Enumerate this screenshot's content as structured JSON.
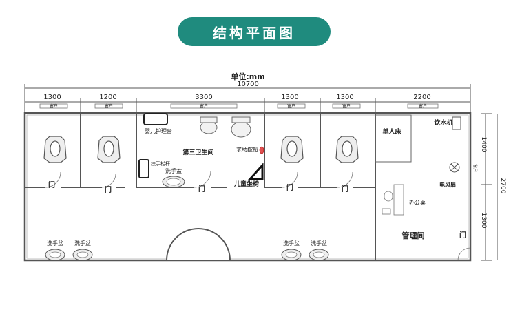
{
  "title": "结构平面图",
  "unit": "单位:mm",
  "total_width": "10700",
  "segments": [
    "1300",
    "1200",
    "3300",
    "1300",
    "1300",
    "2200"
  ],
  "window_label": "窗户",
  "right_dims": {
    "total": "2700",
    "top": "1400",
    "bottom": "1300",
    "window": "窗户"
  },
  "rooms": {
    "third_restroom": "第三卫生间",
    "baby_station": "婴儿护理台",
    "handrail": "扶手栏杆",
    "help_button": "求助按钮",
    "child_seat": "儿童坐椅",
    "wash_basin_in_room": "洗手盆",
    "single_bed": "单人床",
    "water_dispenser": "饮水机",
    "fan": "电风扇",
    "desk": "办公桌",
    "management": "管理间"
  },
  "door_label": "门",
  "basin_label": "洗手盆",
  "colors": {
    "accent": "#1f8b7e",
    "line": "#555555"
  }
}
